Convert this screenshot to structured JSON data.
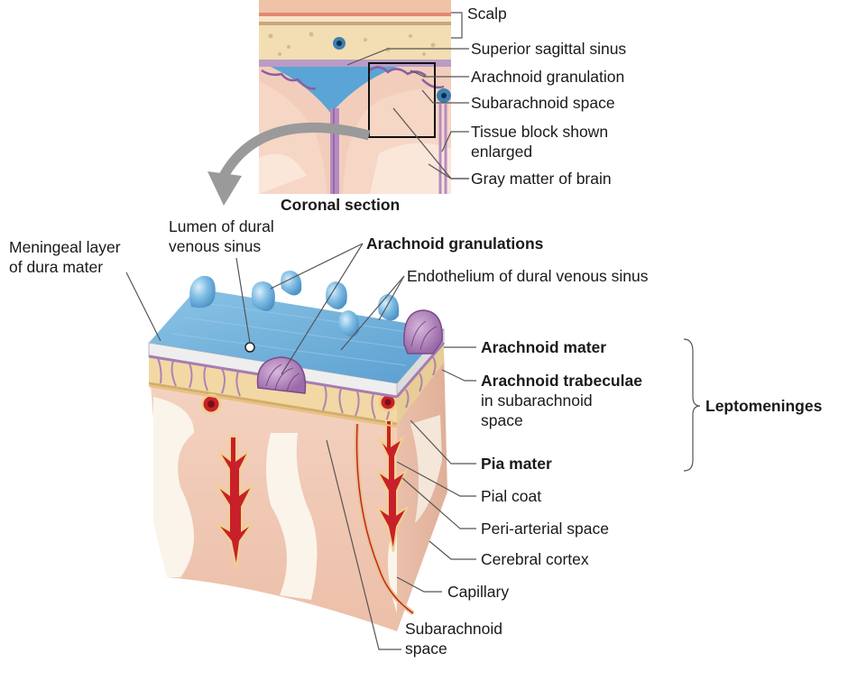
{
  "inset": {
    "caption": "Coronal section",
    "labels": {
      "scalp": "Scalp",
      "superior_sagittal_sinus": "Superior sagittal sinus",
      "arachnoid_granulation": "Arachnoid granulation",
      "subarachnoid_space": "Subarachnoid space",
      "tissue_block_line1": "Tissue block shown",
      "tissue_block_line2": "enlarged",
      "gray_matter": "Gray matter of brain"
    }
  },
  "block": {
    "lumen_line1": "Lumen of dural",
    "lumen_line2": "venous sinus",
    "meningeal_line1": "Meningeal layer",
    "meningeal_line2": "of dura mater",
    "arachnoid_granulations": "Arachnoid granulations",
    "endothelium": "Endothelium of dural venous sinus",
    "arachnoid_mater": "Arachnoid mater",
    "arachnoid_trabeculae": "Arachnoid trabeculae",
    "trabeculae_line2": "in subarachnoid",
    "trabeculae_line3": "space",
    "pia_mater": "Pia mater",
    "leptomeninges": "Leptomeninges",
    "pial_coat": "Pial coat",
    "periarterial_space": "Peri-arterial space",
    "cerebral_cortex": "Cerebral cortex",
    "capillary": "Capillary",
    "subarachnoid_line1": "Subarachnoid",
    "subarachnoid_line2": "space"
  },
  "colors": {
    "sinus_blue": "#6aaed8",
    "brain_pink": "#f2cbb7",
    "artery_red": "#c8202a",
    "arachnoid_purple": "#a67db2",
    "pia_tan": "#e9c98d",
    "leader_gray": "#555555"
  }
}
